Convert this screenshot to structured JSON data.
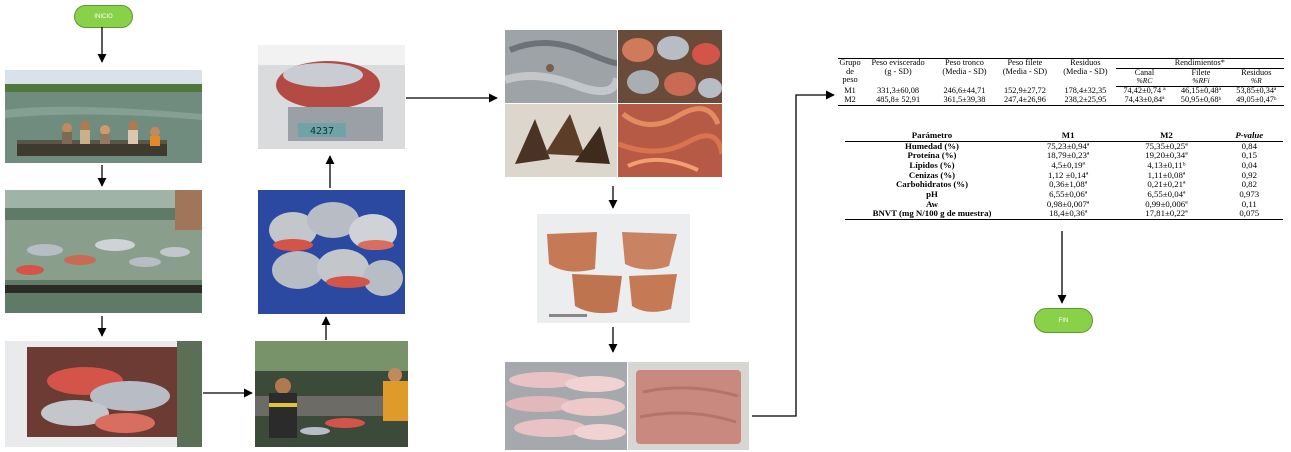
{
  "flow": {
    "start_label": "INICIO",
    "end_label": "FIN"
  },
  "scale_display": "4237",
  "table1": {
    "headers": {
      "group": "Grupo de peso",
      "eviscerated": "Peso eviscerado",
      "eviscerated_unit": "(g - SD)",
      "trunk": "Peso tronco",
      "trunk_unit": "(Media - SD)",
      "fillet": "Peso filete",
      "fillet_unit": "(Media - SD)",
      "waste": "Residuos",
      "waste_unit": "(Media - SD)",
      "yields": "Rendimientos*",
      "canal": "Canal",
      "canal_unit": "%RC",
      "filete": "Filete",
      "filete_unit": "%RFi",
      "residuos": "Residuos",
      "residuos_unit": "%R"
    },
    "rows": [
      {
        "group": "M1",
        "eviscerated": "331,3±60,08",
        "trunk": "246,6±44,71",
        "fillet": "152,9±27,72",
        "waste": "178,4±32,35",
        "canal": "74,42±0,74 ª",
        "filete": "46,15±0,48ª",
        "residuos": "53,85±0,34ª"
      },
      {
        "group": "M2",
        "eviscerated": "485,8± 52,91",
        "trunk": "361,5±39,38",
        "fillet": "247,4±26,96",
        "waste": "238,2±25,95",
        "canal": "74,43±0,84ª",
        "filete": "50,95±0,68ᵇ",
        "residuos": "49,05±0,47ᵇ"
      }
    ]
  },
  "table2": {
    "headers": {
      "param": "Parámetro",
      "m1": "M1",
      "m2": "M2",
      "pvalue": "P-value"
    },
    "rows": [
      {
        "param": "Humedad (%)",
        "m1": "75,23±0,94ª",
        "m2": "75,35±0,25ª",
        "p": "0,84"
      },
      {
        "param": "Proteína (%)",
        "m1": "18,79±0,23ª",
        "m2": "19,20±0,34ª",
        "p": "0,15"
      },
      {
        "param": "Lípidos (%)",
        "m1": "4,5±0,19ª",
        "m2": "4,13±0,11ᵇ",
        "p": "0,04"
      },
      {
        "param": "Cenizas (%)",
        "m1": "1,12 ±0,14ª",
        "m2": "1,11±0,08ª",
        "p": "0,92"
      },
      {
        "param": "Carbohidratos (%)",
        "m1": "0,36±1,08ª",
        "m2": "0,21±0,21ª",
        "p": "0,82"
      },
      {
        "param": "pH",
        "m1": "6,55±0,06ª",
        "m2": "6,55±0,04ª",
        "p": "0,973"
      },
      {
        "param": "Aw",
        "m1": "0,98±0,007ª",
        "m2": "0,99±0,006ª",
        "p": "0,11"
      },
      {
        "param": "BNVT (mg N/100 g de muestra)",
        "m1": "18,4±0,36ª",
        "m2": "17,81±0,22ª",
        "p": "0,075"
      }
    ]
  },
  "colors": {
    "pill": "#8ad14a",
    "pill_border": "#5c9a2a",
    "fish_red": "#d4544a",
    "fish_silver": "#b8bcc4"
  }
}
